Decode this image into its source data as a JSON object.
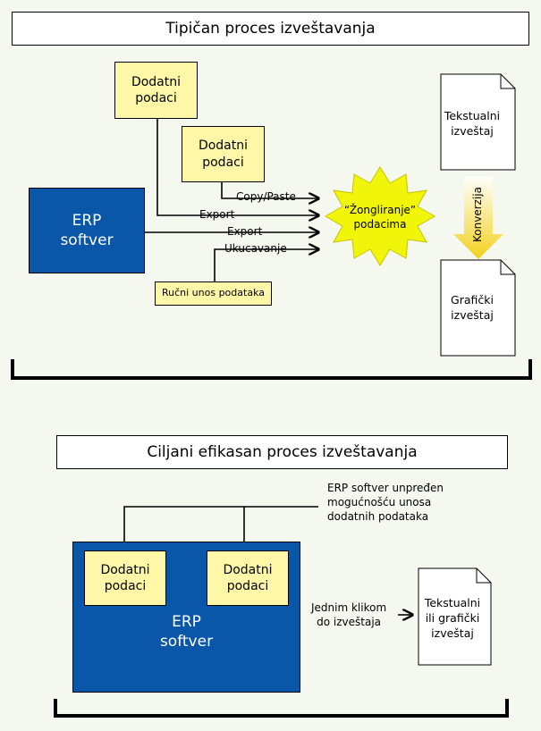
{
  "top": {
    "title": "Tipičan proces izveštavanja",
    "dodatni_1": [
      "Dodatni",
      "podaci"
    ],
    "dodatni_2": [
      "Dodatni",
      "podaci"
    ],
    "erp": [
      "ERP",
      "softver"
    ],
    "manual": "Ručni unos podataka",
    "labels": {
      "copy_paste": "Copy/Paste",
      "export_1": "Export",
      "export_2": "Export",
      "ukucavanje": "Ukucavanje"
    },
    "juggle": [
      "“Žongliranje”",
      "podacima"
    ],
    "doc_text": [
      "Tekstualni",
      "izveštaj"
    ],
    "doc_graph": [
      "Grafički",
      "izveštaj"
    ],
    "konverzija": "Konverzija"
  },
  "bottom": {
    "title": "Ciljani efikasan proces izveštavanja",
    "note": [
      "ERP softver unpređen",
      "mogućnošću unosa",
      "dodatnih podataka"
    ],
    "dodatni_1": [
      "Dodatni",
      "podaci"
    ],
    "dodatni_2": [
      "Dodatni",
      "podaci"
    ],
    "erp": [
      "ERP",
      "softver"
    ],
    "click": [
      "Jednim klikom",
      "do izveštaja"
    ],
    "doc": [
      "Tekstualni",
      "ili grafički",
      "izveštaj"
    ]
  },
  "colors": {
    "blue": "#0a56a8",
    "yellow": "#fef7a8",
    "burst": "#f0f50a",
    "arrow": "#f2d11c"
  }
}
